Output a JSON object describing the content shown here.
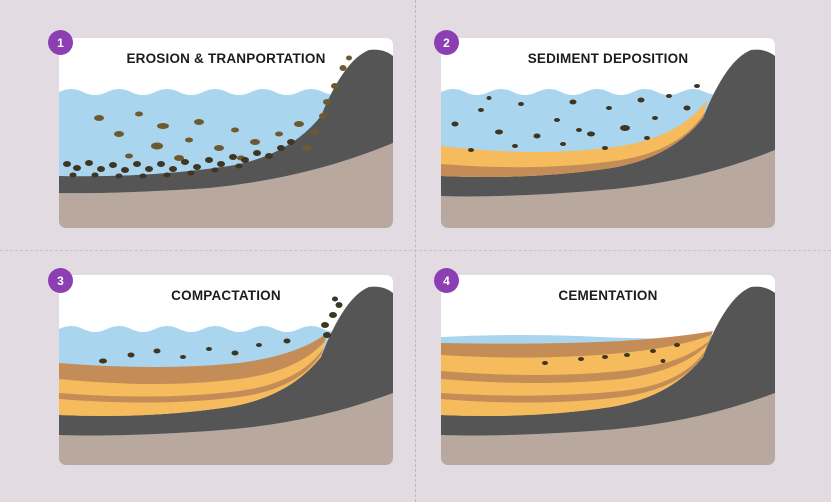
{
  "panels": [
    {
      "step": "1",
      "title": "EROSION & TRANPORTATION"
    },
    {
      "step": "2",
      "title": "SEDIMENT DEPOSITION"
    },
    {
      "step": "3",
      "title": "COMPACTATION"
    },
    {
      "step": "4",
      "title": "CEMENTATION"
    }
  ],
  "colors": {
    "badge": "#8c3fb3",
    "water": "#aad5ee",
    "rock": "#555555",
    "ground": "#b8a89e",
    "sand": "#f5bb5c",
    "mud": "#c48d58",
    "pebble": "#6e5a30"
  }
}
